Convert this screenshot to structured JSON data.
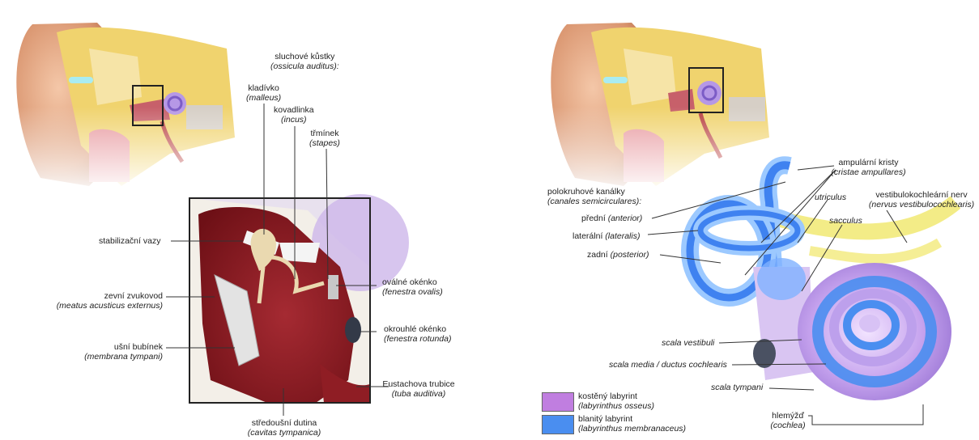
{
  "left_panel": {
    "ossicles_heading": {
      "cz": "sluchové kůstky",
      "lat": "(ossicula auditus):"
    },
    "malleus": {
      "cz": "kladívko",
      "lat": "(malleus)"
    },
    "incus": {
      "cz": "kovadlinka",
      "lat": "(incus)"
    },
    "stapes": {
      "cz": "třmínek",
      "lat": "(stapes)"
    },
    "ligaments": {
      "cz": "stabilizační vazy"
    },
    "ear_canal": {
      "cz": "zevní zvukovod",
      "lat": "(meatus acusticus externus)"
    },
    "eardrum": {
      "cz": "ušní bubínek",
      "lat": "(membrana tympani)"
    },
    "oval_window": {
      "cz": "oválné okénko",
      "lat": "(fenestra ovalis)"
    },
    "round_window": {
      "cz": "okrouhlé okénko",
      "lat": "(fenestra rotunda)"
    },
    "eustachian": {
      "cz": "Eustachova trubice",
      "lat": "(tuba auditiva)"
    },
    "cavity": {
      "cz": "středoušní dutina",
      "lat": "(cavitas tympanica)"
    }
  },
  "right_panel": {
    "ampullary": {
      "cz": "ampulární kristy",
      "lat": "(cristae ampullares)"
    },
    "semicircular": {
      "cz": "polokruhové kanálky",
      "lat": "(canales semicirculares):"
    },
    "anterior": {
      "cz": "přední",
      "lat": "(anterior)"
    },
    "lateral": {
      "cz": "laterální",
      "lat": "(lateralis)"
    },
    "posterior": {
      "cz": "zadní",
      "lat": "(posterior)"
    },
    "utriculus": {
      "lat": "utriculus"
    },
    "sacculus": {
      "lat": "sacculus"
    },
    "nerve": {
      "cz": "vestibulokochleární nerv",
      "lat": "(nervus vestibulocochlearis)"
    },
    "scala_vestibuli": {
      "lat": "scala vestibuli"
    },
    "scala_media": {
      "lat": "scala media / ductus cochlearis"
    },
    "scala_tympani": {
      "lat": "scala tympani"
    },
    "cochlea": {
      "cz": "hlemýžď",
      "lat": "(cochlea)"
    }
  },
  "legend": [
    {
      "cz": "kostěný labyrint",
      "lat": "(labyrinthus osseus)",
      "color": "#c07ee0"
    },
    {
      "cz": "blanitý labyrint",
      "lat": "(labyrinthus membranaceus)",
      "color": "#4a8ef0"
    }
  ]
}
